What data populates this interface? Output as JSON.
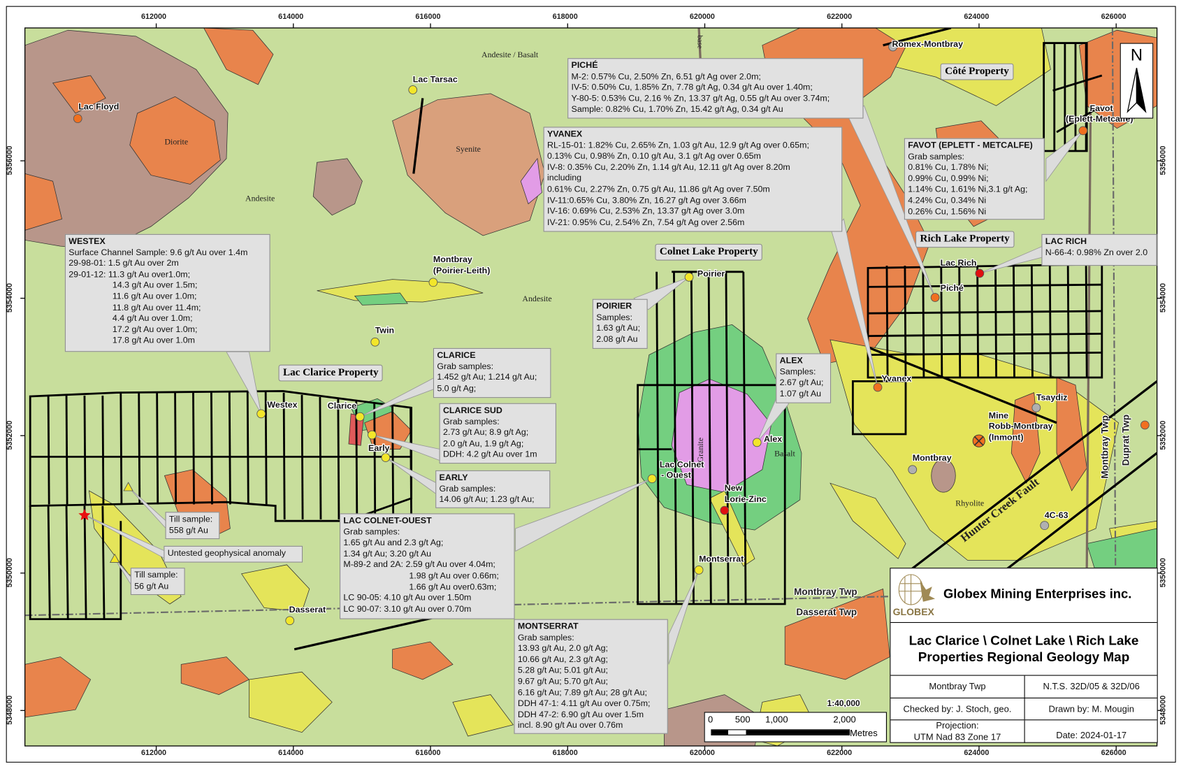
{
  "axis": {
    "x_ticks": [
      "612000",
      "614000",
      "616000",
      "618000",
      "620000",
      "622000",
      "624000",
      "626000"
    ],
    "y_ticks": [
      "5356000",
      "5354000",
      "5352000",
      "5350000",
      "5348000"
    ]
  },
  "north_arrow": {
    "label": "N"
  },
  "scale": {
    "ratio": "1:40,000",
    "labels": [
      "0",
      "500",
      "1,000",
      "2,000"
    ],
    "unit": "Metres"
  },
  "title_block": {
    "company": "Globex Mining Enterprises inc.",
    "logo_text": "GLOBEX",
    "title_line1": "Lac Clarice \\ Colnet Lake \\ Rich Lake",
    "title_line2": "Properties Regional Geology Map",
    "township": "Montbray Twp",
    "nts": "N.T.S. 32D/05 & 32D/06",
    "checked_by": "Checked by: J. Stoch, geo.",
    "drawn_by": "Drawn by: M. Mougin",
    "projection_label": "Projection:",
    "projection": "UTM Nad 83 Zone 17",
    "date": "Date: 2024-01-17"
  },
  "callouts": [
    {
      "title": "PICHÉ",
      "lines": [
        "M-2: 0.57% Cu, 2.50% Zn, 6.51 g/t Ag over 2.0m;",
        "IV-5: 0.50% Cu, 1.85% Zn, 7.78 g/t Ag, 0.34 g/t Au over 1.40m;",
        "Y-80-5: 0.53% Cu, 2.16 % Zn, 13.37 g/t Ag, 0.55 g/t Au over 3.74m;",
        "Sample: 0.82% Cu, 1.70% Zn, 15.42 g/t Ag, 0.34 g/t Au"
      ]
    },
    {
      "title": "YVANEX",
      "lines": [
        "RL-15-01: 1.82% Cu, 2.65% Zn, 1.03 g/t Au, 12.9 g/t Ag over 0.65m;",
        "0.13% Cu, 0.98% Zn, 0.10 g/t Au, 3.1 g/t Ag over 0.65m",
        "IV-8: 0.35% Cu, 2.20% Zn, 1.14 g/t Au, 12.11 g/t Ag over 8.20m",
        "including",
        "0.61% Cu, 2.27% Zn, 0.75 g/t Au, 11.86 g/t Ag over 7.50m",
        "IV-11:0.65% Cu, 3.80% Zn, 16.27 g/t Ag over 3.66m",
        "IV-16: 0.69% Cu, 2.53% Zn, 13.37 g/t Ag over 3.0m",
        "IV-21: 0.95% Cu, 2.54% Zn, 7.54 g/t Ag over 2.56m"
      ]
    },
    {
      "title": "WESTEX",
      "lines": [
        "Surface Channel Sample: 9.6 g/t Au over 1.4m",
        "29-98-01: 1.5 g/t Au over 2m",
        "29-01-12: 11.3 g/t Au  over1.0m;",
        "14.3 g/t Au over 1.5m;",
        "11.6 g/t Au over 1.0m;",
        "11.8 g/t Au over 11.4m;",
        "4.4 g/t Au over 1.0m;",
        "17.2 g/t Au over 1.0m;",
        "17.8 g/t Au over 1.0m"
      ]
    },
    {
      "title": "CLARICE",
      "lines": [
        "Grab samples:",
        "1.452 g/t Au; 1.214  g/t Au;",
        "5.0 g/t Ag;"
      ]
    },
    {
      "title": "CLARICE SUD",
      "lines": [
        "Grab samples:",
        "2.73 g/t Au; 8.9 g/t Ag;",
        "2.0 g/t Au, 1.9 g/t Ag;",
        "DDH: 4.2 g/t Au over 1m"
      ]
    },
    {
      "title": "EARLY",
      "lines": [
        "Grab samples:",
        "14.06 g/t Au; 1.23  g/t Au;"
      ]
    },
    {
      "title": "LAC COLNET-OUEST",
      "lines": [
        "Grab samples:",
        "1.65 g/t Au and  2.3 g/t Ag;",
        "1.34 g/t Au; 3.20 g/t Au",
        "M-89-2 and 2A: 2.59 g/t Au over 4.04m;",
        "1.98 g/t Au over 0.66m;",
        "1.66 g/t Au over0.63m;",
        "LC 90-05: 4.10 g/t Au over 1.50m",
        "LC 90-07: 3.10 g/t Au over 0.70m"
      ]
    },
    {
      "title": "MONTSERRAT",
      "lines": [
        "Grab samples:",
        "13.93 g/t Au, 2.0 g/t Ag;",
        "10.66 g/t Au, 2.3 g/t Ag;",
        "5.28 g/t Au; 5.01 g/t Au;",
        "9.67 g/t Au; 5.70 g/t Au;",
        "6.16 g/t Au; 7.89 g/t Au; 28 g/t Au;",
        "DDH 47-1: 4.11 g/t Au over 0.75m;",
        "DDH 47-2: 6.90 g/t Au over 1.5m",
        "incl. 8.90 g/t Au over 0.76m"
      ]
    },
    {
      "title": "FAVOT (EPLETT - METCALFE)",
      "lines": [
        "Grab samples:",
        "0.81% Cu, 1.78% Ni;",
        "0.99% Cu, 0.99% Ni;",
        "1.14% Cu, 1.61% Ni,3.1 g/t Ag;",
        "4.24% Cu, 0.34% Ni",
        "0.26% Cu, 1.56% Ni"
      ]
    },
    {
      "title": "LAC RICH",
      "lines": [
        "N-66-4: 0.98% Zn over 2.0"
      ]
    },
    {
      "title": "POIRIER",
      "lines": [
        "Samples:",
        "1.63 g/t Au;",
        "2.08 g/t Au"
      ]
    },
    {
      "title": "ALEX",
      "lines": [
        "Samples:",
        "2.67 g/t Au;",
        "1.07 g/t Au"
      ]
    },
    {
      "title": "",
      "lines": [
        "Till sample:",
        "558 g/t Au"
      ]
    },
    {
      "title": "",
      "lines": [
        "Untested geophysical anomaly"
      ]
    },
    {
      "title": "",
      "lines": [
        "Till sample:",
        "56 g/t Au"
      ]
    }
  ],
  "properties": [
    "Lac Clarice Property",
    "Colnet Lake Property",
    "Côté Property",
    "Rich Lake Property"
  ],
  "points": {
    "lac_floyd": "Lac Floyd",
    "lac_tarsac": "Lac Tarsac",
    "montbray_pl_1": "Montbray",
    "montbray_pl_2": "(Poirier-Leith)",
    "twin": "Twin",
    "westex": "Westex",
    "clarice": "Clarice",
    "early": "Early",
    "dasserat": "Dasserat",
    "poirier": "Poirier",
    "lac_colnet_1": "Lac Colnet",
    "lac_colnet_2": "- Ouest",
    "alex": "Alex",
    "new_lorie_1": "New",
    "new_lorie_2": "Lorie-Zinc",
    "montserrat": "Montserrat",
    "yvanex": "Yvanex",
    "tsaydiz": "Tsaydiz",
    "mine_1": "Mine",
    "mine_2": "Robb-Montbray",
    "mine_3": "(Inmont)",
    "montbray": "Montbray",
    "c4_63": "4C-63",
    "lac_rich": "Lac Rich",
    "piche": "Piché",
    "favot_1": "Favot",
    "favot_2": "(Eplett-Metcalfe)",
    "romex": "Romex-Montbray"
  },
  "rock_units": {
    "andesite_basalt": "Andesite / Basalt",
    "diorite": "Diorite",
    "syenite": "Syenite",
    "andesite_1": "Andesite",
    "andesite_2": "Andesite",
    "granite": "Granite",
    "basalt": "Basalt",
    "rhyolite": "Rhyolite",
    "base": "base"
  },
  "townships": {
    "montbray_h": "Montbray Twp",
    "dasserat_h": "Dasserat Twp",
    "montbray_v": "Montbray Twp",
    "duprat_v": "Duprat Twp"
  },
  "fault_label": "Hunter Creek Fault",
  "colors": {
    "background_andesite": "#c8de9c",
    "intrusive_orange": "#e8844c",
    "diorite_brown": "#b8968a",
    "rhyolite_yellow": "#e4e45a",
    "basalt_green": "#74cf80",
    "granite_pink": "#e29ce6",
    "mafic_red": "#e05a5a",
    "au_showing": "#f2e62a",
    "cu_zn_showing": "#f07020",
    "past_producer": "#b0b0b0"
  }
}
